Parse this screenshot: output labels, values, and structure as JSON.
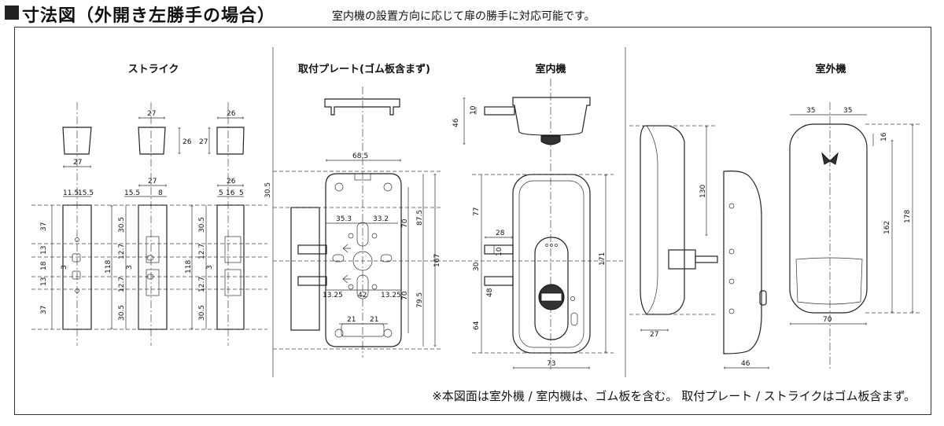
{
  "header": {
    "title": "寸法図（外開き左勝手の場合）",
    "note": "室内機の設置方向に応じて扉の勝手に対応可能です。"
  },
  "sections": {
    "strike": "ストライク",
    "plate": "取付プレート(ゴム板含まず)",
    "indoor": "室内機",
    "outdoor": "室外機"
  },
  "footnote": "※本図面は室外機 / 室内機は、ゴム板を含む。 取付プレート / ストライクはゴム板含まず。",
  "dims": {
    "strike": {
      "top_w1": "27",
      "top_w2": "26",
      "top_h1": "26",
      "top_h2": "27",
      "a_w": "27",
      "a_sub1": "11.5",
      "a_sub2": "15.5",
      "b_w": "27",
      "b_sub1": "15.5",
      "b_sub2": "8",
      "c_w": "26",
      "c_sub1": "5",
      "c_sub2": "16",
      "c_sub3": "5",
      "v37a": "37",
      "v13a": "13",
      "v18": "18",
      "v13b": "13",
      "v37b": "37",
      "v3": "3",
      "v118a": "118",
      "v305a": "30.5",
      "v127a": "12.7",
      "v127b": "12.7",
      "v305b": "30.5",
      "v118b": "118",
      "v305c": "30.5",
      "v127c": "12.7",
      "v127d": "12.7",
      "v305d": "30.5",
      "v3b": "3",
      "v3c": "3"
    },
    "plate": {
      "w685": "68.5",
      "v305": "30.5",
      "w353": "35.3",
      "w332": "33.2",
      "w1325a": "13.25",
      "w42": "42",
      "w1325b": "13.25",
      "w21a": "21",
      "w21b": "21",
      "v70a": "70",
      "v875": "87.5",
      "v70b": "70",
      "v795": "79.5",
      "v167": "167"
    },
    "indoor": {
      "v46": "46",
      "v10a": "10",
      "v77": "77",
      "w28": "28",
      "v10b": "10",
      "v30": "30",
      "v48": "48",
      "v64": "64",
      "v171": "171",
      "w73": "73"
    },
    "outdoor": {
      "w35a": "35",
      "w35b": "35",
      "v130": "130",
      "v16": "16",
      "v162": "162",
      "v178": "178",
      "w27": "27",
      "w46": "46",
      "w70": "70"
    }
  }
}
